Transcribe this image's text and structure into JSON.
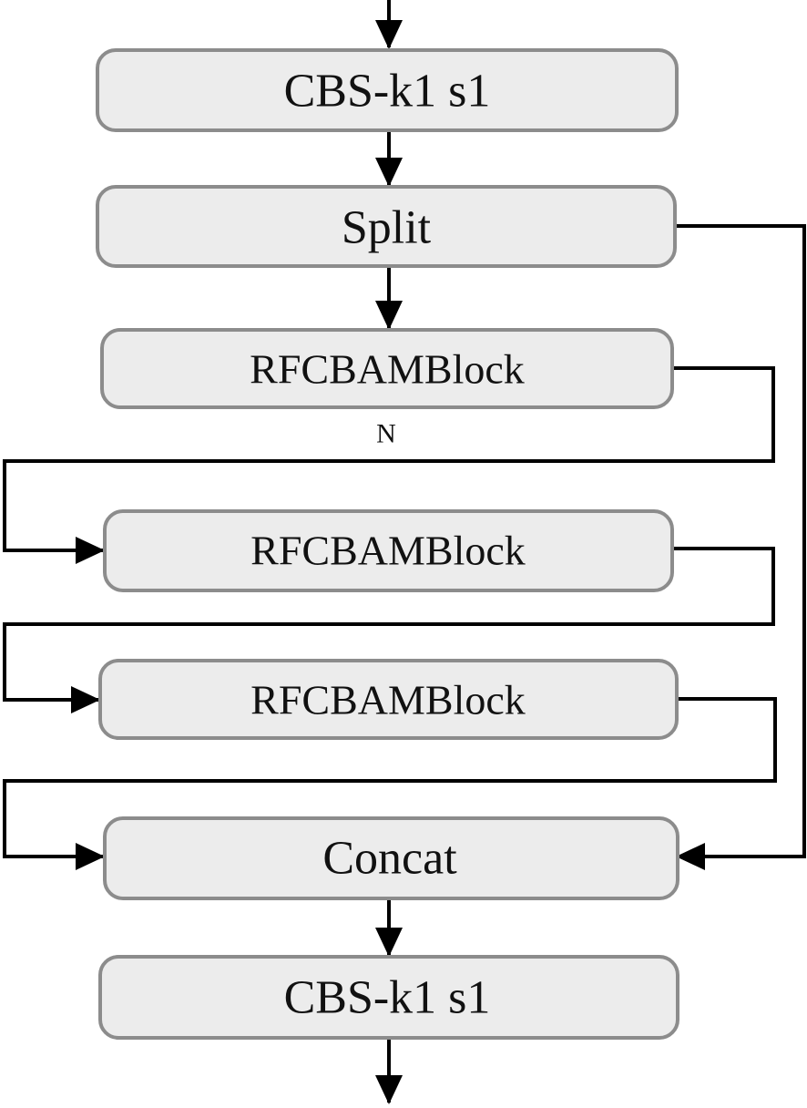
{
  "nodes": {
    "cbs_top": "CBS-k1 s1",
    "split": "Split",
    "rfcbam_1": "RFCBAMBlock",
    "rfcbam_2": "RFCBAMBlock",
    "rfcbam_3": "RFCBAMBlock",
    "concat": "Concat",
    "cbs_bottom": "CBS-k1 s1"
  },
  "repeat_label": "N",
  "colors": {
    "box_fill": "#ececec",
    "box_stroke": "#8c8c8c",
    "line": "#000000",
    "text": "#111111"
  }
}
